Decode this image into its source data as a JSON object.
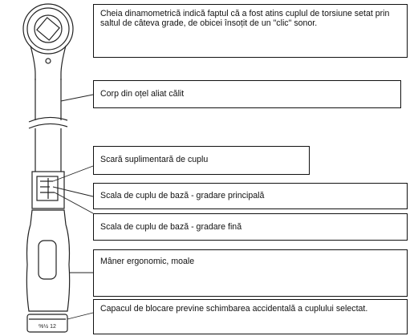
{
  "callouts": {
    "head": "Cheia dinamometrică indică faptul că a fost atins cuplul de torsiune setat prin saltul de câteva grade, de obicei însoțit de un \"clic\" sonor.",
    "body": "Corp din oțel aliat călit",
    "extra_scale": "Scară suplimentară de cuplu",
    "main_scale": "Scala de cuplu de bază - gradare principală",
    "fine_scale": "Scala de cuplu de bază - gradare fină",
    "handle": "Mâner ergonomic, moale",
    "lock_cap": "Capacul de blocare previne schimbarea accidentală a cuplului selectat."
  },
  "wrench": {
    "cap_marking": "%½ 12"
  }
}
